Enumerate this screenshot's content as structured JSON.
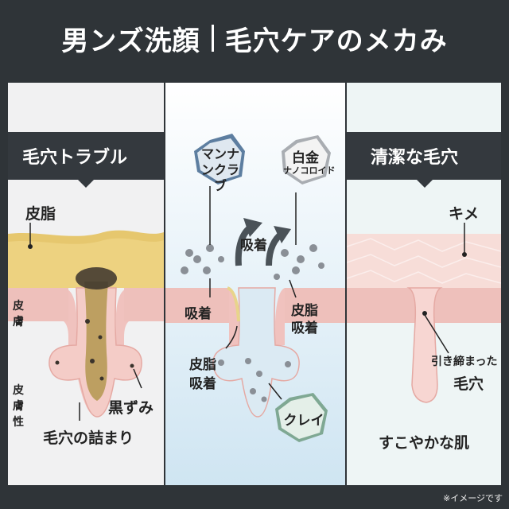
{
  "title": {
    "left": "男ンズ洗顔",
    "right": "毛穴ケアのメカみ"
  },
  "left_panel": {
    "header": "毛穴トラブル",
    "label_sebum": "皮脂",
    "label_skin": "皮膚",
    "label_skin_character": "皮膚性",
    "label_blackheads": "黒ずみ",
    "label_clog": "毛穴の詰まり"
  },
  "middle_panel": {
    "badge_mannan": "マンナンクラブ",
    "badge_platinum_1": "白金",
    "badge_platinum_2": "ナノコロイド",
    "label_absorb_top": "吸着",
    "label_absorb_left": "吸着",
    "label_sebum_absorb_right_1": "皮脂",
    "label_sebum_absorb_right_2": "吸着",
    "label_sebum_absorb_bottom_1": "皮脂",
    "label_sebum_absorb_bottom_2": "吸着",
    "badge_clay": "クレイ"
  },
  "right_panel": {
    "header": "清潔な毛穴",
    "label_kime": "キメ",
    "label_tight_1": "引き締まった",
    "label_tight_2": "毛穴",
    "label_healthy": "すこやかな肌"
  },
  "note": "※イメージです",
  "colors": {
    "background": "#2f3438",
    "header_band": "#3a3f44",
    "skin": "#f0c2be",
    "sebum": "#e2c46a"
  }
}
